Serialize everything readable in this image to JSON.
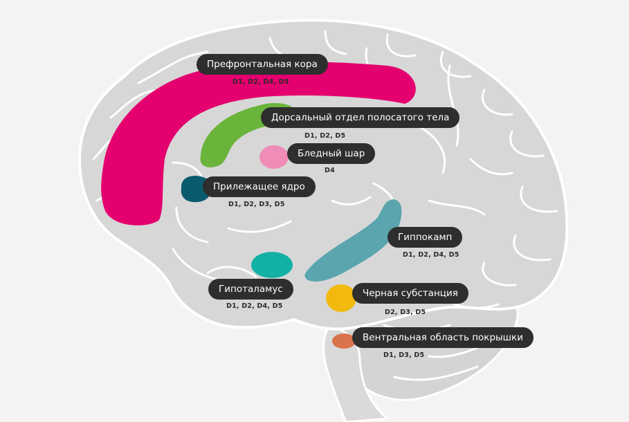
{
  "colors": {
    "background": "#f3f3f3",
    "brain_fill": "#d7d7d7",
    "brain_outline": "#ffffff",
    "label_background": "#2e2e2e",
    "prefrontal_cortex": "#e4006e",
    "dorsal_striatum": "#6ab43c",
    "globus_pallidus": "#f08cb8",
    "nucleus_accumbens": "#0a5b6e",
    "hippocampus": "#5aa5ae",
    "hypothalamus": "#13b1a5",
    "substantia_nigra": "#f2b90f",
    "ventral_tegmental_area": "#d9734b"
  },
  "regions": {
    "prefrontal": {
      "name": "Префронтальная кора",
      "receptors": "D1, D2, D4, D5"
    },
    "dorsal_striatum": {
      "name": "Дорсальный отдел полосатого тела",
      "receptors": "D1, D2, D5"
    },
    "globus_pallidus": {
      "name": "Бледный шар",
      "receptors": "D4"
    },
    "accumbens": {
      "name": "Прилежащее ядро",
      "receptors": "D1, D2, D3, D5"
    },
    "hippocampus": {
      "name": "Гиппокамп",
      "receptors": "D1, D2, D4, D5"
    },
    "hypothalamus": {
      "name": "Гипоталамус",
      "receptors": "D1, D2, D4, D5"
    },
    "substantia_nigra": {
      "name": "Черная субстанция",
      "receptors": "D2, D3, D5"
    },
    "vta": {
      "name": "Вентральная область покрышки",
      "receptors": "D1, D3, D5"
    }
  }
}
